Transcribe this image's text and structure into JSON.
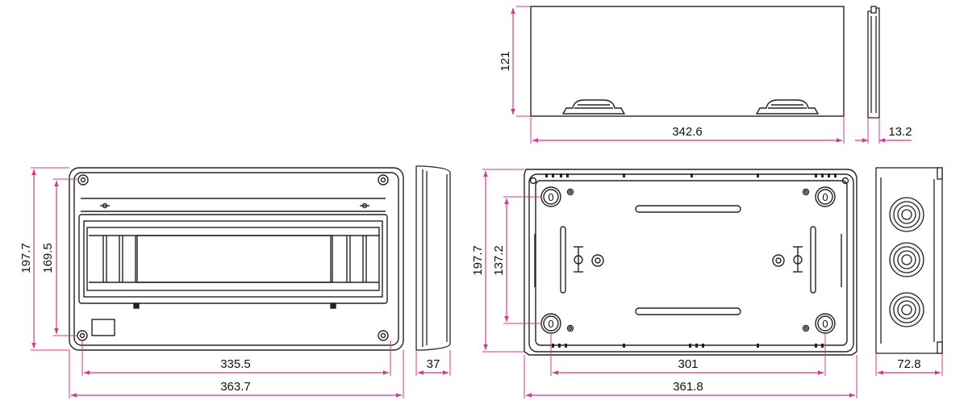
{
  "colors": {
    "outline": "#222222",
    "dimension": "#d4388f",
    "fill": "#ffffff",
    "light_fill": "#f4f4f4"
  },
  "dimensions": {
    "top_front_height": "121",
    "top_front_width": "342.6",
    "top_side_width": "13.2",
    "front_outer_height": "197.7",
    "front_inner_height": "169.5",
    "front_inner_width": "335.5",
    "front_outer_width": "363.7",
    "side_depth": "37",
    "back_outer_height": "197.7",
    "back_inner_height": "137.2",
    "back_inner_width": "301",
    "back_outer_width": "361.8",
    "right_side_depth": "72.8"
  },
  "markings": {
    "knockout_label": "0"
  }
}
